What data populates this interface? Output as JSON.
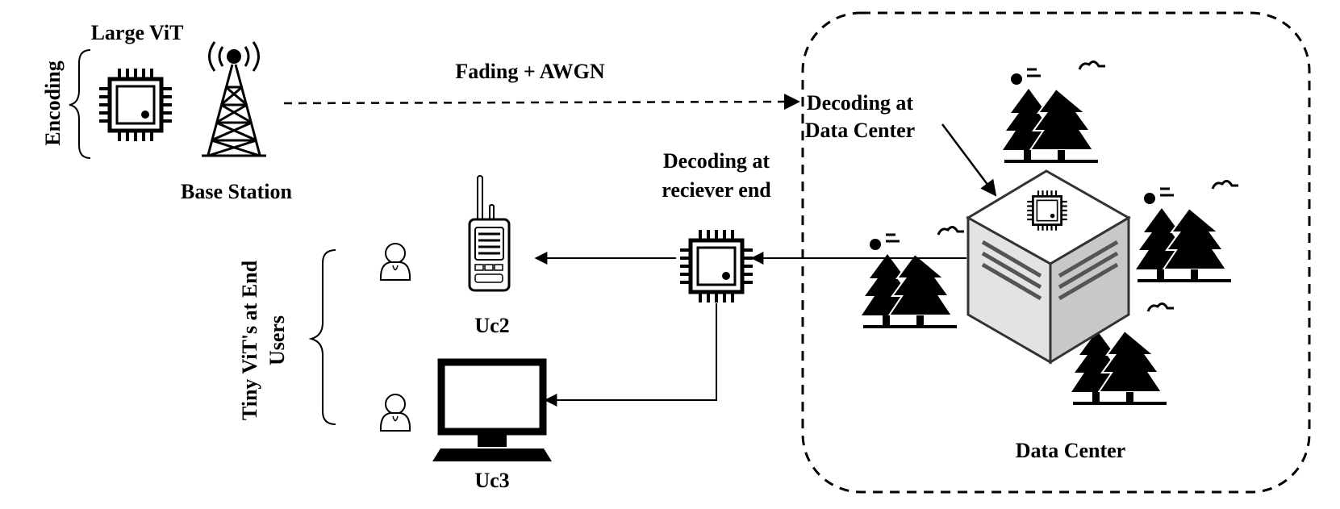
{
  "labels": {
    "large_vit": "Large ViT",
    "encoding": "Encoding",
    "base_station": "Base Station",
    "channel": "Fading + AWGN",
    "decoding_dc_line1": "Decoding at",
    "decoding_dc_line2": "Data Center",
    "decoding_rx_line1": "Decoding at",
    "decoding_rx_line2": "reciever end",
    "tiny_vit_line1": "Tiny ViT's at End",
    "tiny_vit_line2": "Users",
    "uc2": "Uc2",
    "uc3": "Uc3",
    "data_center": "Data Center"
  }
}
